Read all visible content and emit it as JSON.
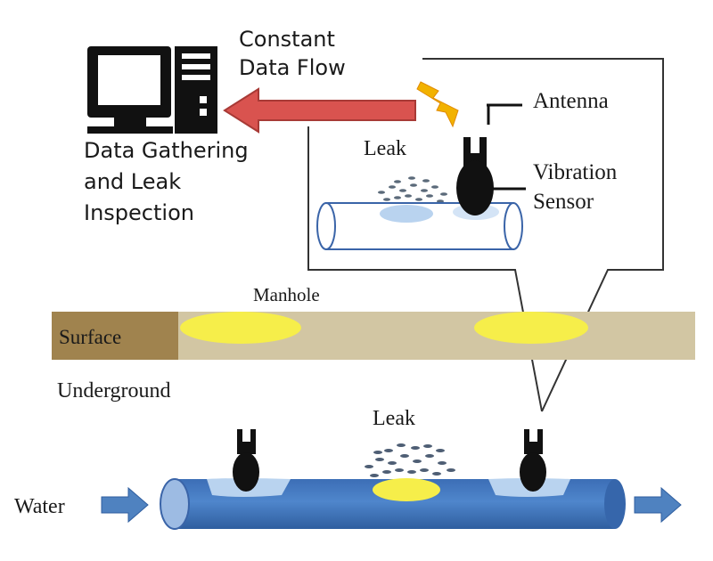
{
  "labels": {
    "constant_data_flow_line1": "Constant",
    "constant_data_flow_line2": "Data Flow",
    "data_gathering_line1": "Data Gathering",
    "data_gathering_line2": "and Leak",
    "data_gathering_line3": "Inspection",
    "antenna": "Antenna",
    "vibration_sensor_line1": "Vibration",
    "vibration_sensor_line2": "Sensor",
    "leak_inset": "Leak",
    "manhole": "Manhole",
    "surface": "Surface",
    "underground": "Underground",
    "leak_main": "Leak",
    "water": "Water"
  },
  "colors": {
    "data_arrow": "#d9534f",
    "surface_band": "#d2c6a3",
    "surface_box": "#a0834e",
    "manhole": "#f6ee4a",
    "pipe": "#4a7dc4",
    "pipe_light": "#b9d3ef",
    "water_arrow": "#4f82c0",
    "sensor": "#111111",
    "lightning": "#f2b200"
  },
  "icons": {
    "computer": "computer-icon",
    "lightning": "lightning-icon",
    "sensor": "vibration-sensor-icon",
    "leak_spray": "leak-spray-icon"
  }
}
